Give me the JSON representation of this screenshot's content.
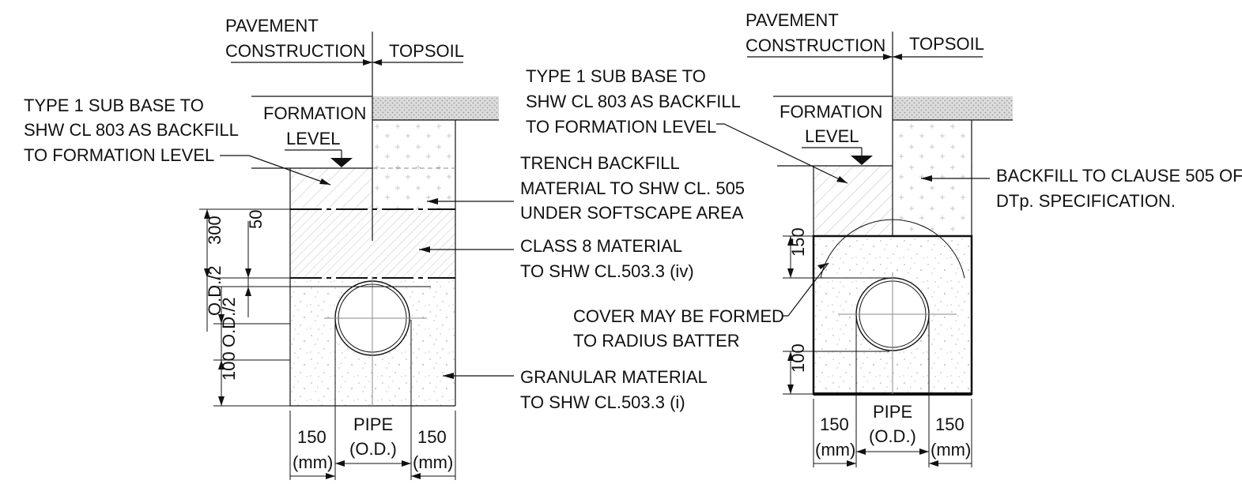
{
  "left": {
    "pavement_line1": "PAVEMENT",
    "pavement_line2": "CONSTRUCTION",
    "topsoil": "TOPSOIL",
    "formation_line1": "FORMATION",
    "formation_line2": "LEVEL",
    "subbase_line1": "TYPE 1 SUB BASE TO",
    "subbase_line2": "SHW CL 803  AS BACKFILL",
    "subbase_line3": "TO FORMATION LEVEL",
    "trench_line1": "TRENCH BACKFILL",
    "trench_line2": "MATERIAL TO SHW CL. 505",
    "trench_line3": "UNDER SOFTSCAPE AREA",
    "class8_line1": "CLASS 8 MATERIAL",
    "class8_line2": "TO SHW CL.503.3 (iv)",
    "granular_line1": "GRANULAR MATERIAL",
    "granular_line2": "TO SHW CL.503.3 (i)",
    "dim_300": "300",
    "dim_50": "50",
    "dim_od2_upper": "O.D./2",
    "dim_od2_lower": "O.D./2",
    "dim_100": "100",
    "dim_150_left": "150",
    "dim_mm_left": "(mm)",
    "pipe_label": "PIPE",
    "pipe_od": "(O.D.)",
    "dim_150_right": "150",
    "dim_mm_right": "(mm)"
  },
  "right": {
    "pavement_line1": "PAVEMENT",
    "pavement_line2": "CONSTRUCTION",
    "topsoil": "TOPSOIL",
    "formation_line1": "FORMATION",
    "formation_line2": "LEVEL",
    "subbase_line1": "TYPE 1 SUB BASE TO",
    "subbase_line2": "SHW CL 803  AS BACKFILL",
    "subbase_line3": "TO FORMATION LEVEL",
    "backfill_line1": "BACKFILL TO CLAUSE 505 OF",
    "backfill_line2": "DTp. SPECIFICATION.",
    "cover_line1": "COVER MAY BE FORMED",
    "cover_line2": "TO RADIUS BATTER",
    "dim_150_top": "150",
    "dim_100": "100",
    "dim_150_left": "150",
    "dim_mm_left": "(mm)",
    "pipe_label": "PIPE",
    "pipe_od": "(O.D.)",
    "dim_150_right": "150",
    "dim_mm_right": "(mm)"
  }
}
